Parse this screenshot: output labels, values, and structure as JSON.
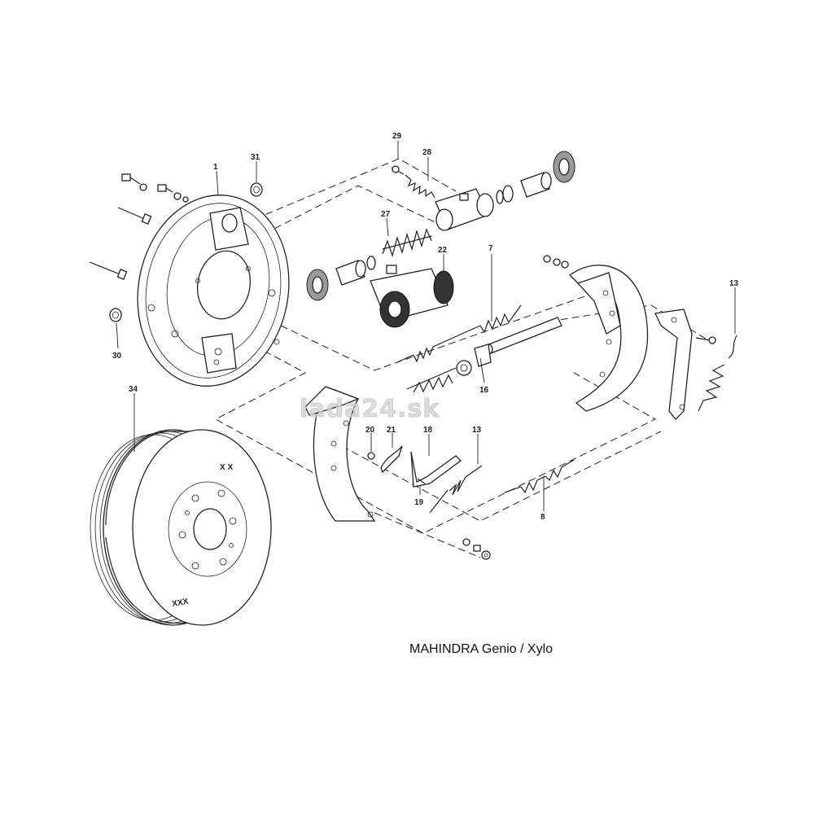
{
  "diagram": {
    "caption": "MAHINDRA Genio / Xylo",
    "watermark": "lada24.sk",
    "drum_markings": {
      "top": "X  X",
      "bottom": "XXX"
    },
    "callouts": [
      {
        "id": "c1",
        "label": "1"
      },
      {
        "id": "c7",
        "label": "7"
      },
      {
        "id": "c8",
        "label": "8"
      },
      {
        "id": "c13a",
        "label": "13"
      },
      {
        "id": "c13b",
        "label": "13"
      },
      {
        "id": "c16",
        "label": "16"
      },
      {
        "id": "c18",
        "label": "18"
      },
      {
        "id": "c19",
        "label": "19"
      },
      {
        "id": "c20",
        "label": "20"
      },
      {
        "id": "c21",
        "label": "21"
      },
      {
        "id": "c22",
        "label": "22"
      },
      {
        "id": "c27",
        "label": "27"
      },
      {
        "id": "c28",
        "label": "28"
      },
      {
        "id": "c29",
        "label": "29"
      },
      {
        "id": "c30",
        "label": "30"
      },
      {
        "id": "c31",
        "label": "31"
      },
      {
        "id": "c34",
        "label": "34"
      }
    ]
  }
}
